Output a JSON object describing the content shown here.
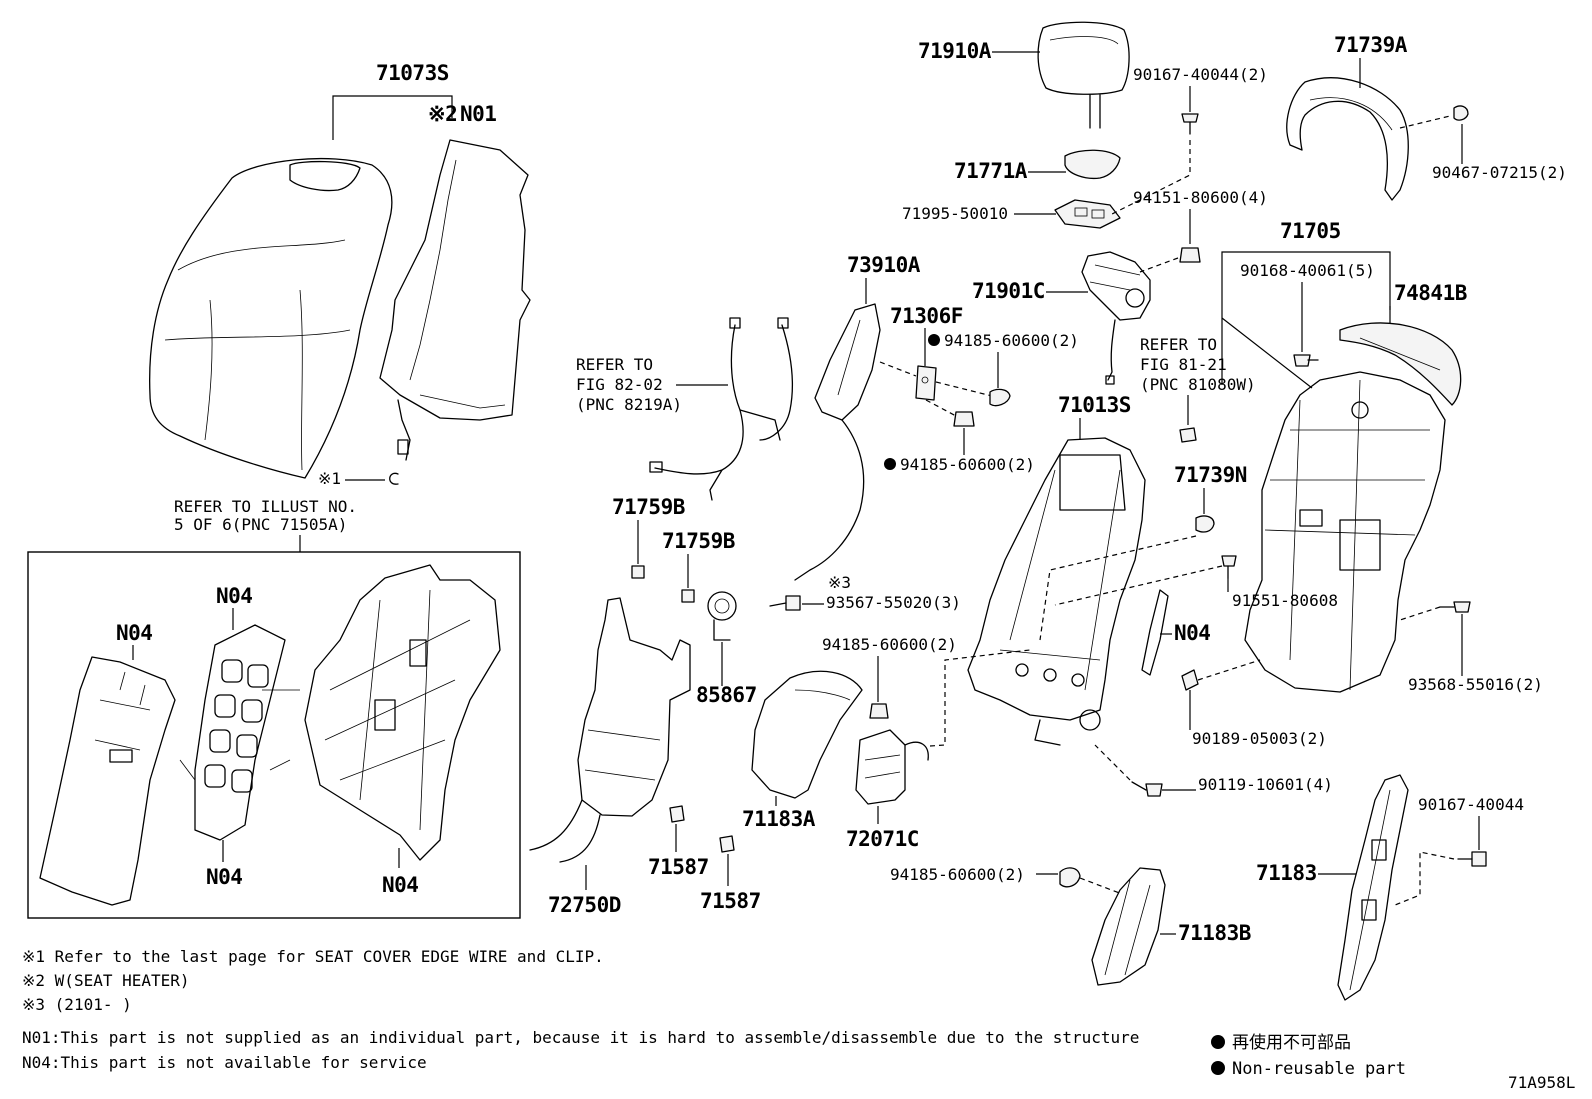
{
  "diagram_id": "71A958L",
  "labels": {
    "p71073s": "71073S",
    "p71073s_n01_mark": "※2",
    "p71073s_n01": "N01",
    "clip_mark": "※1",
    "refer_illust_1": "REFER TO ILLUST NO.",
    "refer_illust_2": "5 OF 6(PNC 71505A)",
    "n04_a": "N04",
    "n04_b": "N04",
    "n04_c": "N04",
    "n04_d": "N04",
    "n04_e": "N04",
    "p71910a": "71910A",
    "p71771a": "71771A",
    "p71995": "71995-50010",
    "p90167_a": "90167-40044(2)",
    "p94151": "94151-80600(4)",
    "p71901c": "71901C",
    "refer_fig82_1": "REFER TO",
    "refer_fig82_2": "FIG 82-02",
    "refer_fig82_3": "(PNC 8219A)",
    "p73910a": "73910A",
    "p71306f": "71306F",
    "p94185_a": "94185-60600(2)",
    "p94185_b": "94185-60600(2)",
    "p71739a": "71739A",
    "p90467": "90467-07215(2)",
    "p71705": "71705",
    "p90168": "90168-40061(5)",
    "p74841b": "74841B",
    "refer_fig81_1": "REFER TO",
    "refer_fig81_2": "FIG 81-21",
    "refer_fig81_3": "(PNC 81080W)",
    "p71013s": "71013S",
    "p71739n": "71739N",
    "p71759b_a": "71759B",
    "p71759b_b": "71759B",
    "mark3": "※3",
    "p93567": "93567-55020(3)",
    "p91551": "91551-80608",
    "p85867": "85867",
    "p94185_c": "94185-60600(2)",
    "p93568": "93568-55016(2)",
    "p90189": "90189-05003(2)",
    "p71183a": "71183A",
    "p72071c": "72071C",
    "p90119": "90119-10601(4)",
    "p90167_b": "90167-40044",
    "p71587_a": "71587",
    "p71587_b": "71587",
    "p72750d": "72750D",
    "p94185_d": "94185-60600(2)",
    "p71183": "71183",
    "p71183b": "71183B"
  },
  "notes": {
    "note1": "※1 Refer to the last page for SEAT COVER EDGE WIRE and CLIP.",
    "note2": "※2 W(SEAT HEATER)",
    "note3": "※3 (2101-    )",
    "n01": "N01:This part is not supplied as an individual part, because it is hard to assemble/disassemble due to the structure",
    "n04": "N04:This part is not available for service"
  },
  "legend": {
    "jp": "再使用不可部品",
    "en": "Non-reusable part"
  }
}
